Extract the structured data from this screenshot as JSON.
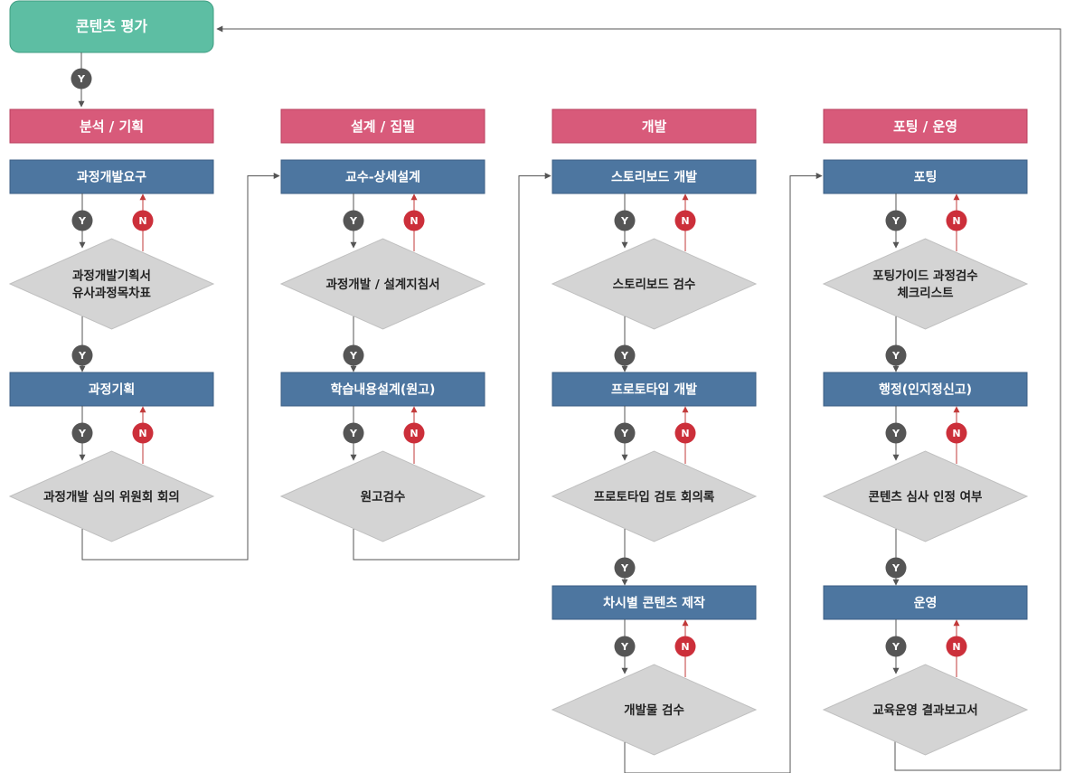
{
  "start": {
    "label": "콘텐츠 평가"
  },
  "badges": {
    "yes": "Y",
    "no": "N"
  },
  "colors": {
    "start": "#5dbea3",
    "phase": "#d85a7a",
    "step": "#4d76a0",
    "decision": "#d4d4d4",
    "yes_badge": "#555555",
    "no_badge": "#cc2f3a"
  },
  "columns": [
    {
      "phase": "분석 / 기획",
      "steps": [
        {
          "label": "과정개발요구",
          "review": [
            "과정개발기획서",
            "유사과정목차표"
          ]
        },
        {
          "label": "과정기획",
          "review": [
            "과정개발 심의 위원회 회의"
          ]
        }
      ]
    },
    {
      "phase": "설계 / 집필",
      "steps": [
        {
          "label": "교수-상세설계",
          "review": [
            "과정개발 / 설계지침서"
          ]
        },
        {
          "label": "학습내용설계(원고)",
          "review": [
            "원고검수"
          ]
        }
      ]
    },
    {
      "phase": "개발",
      "steps": [
        {
          "label": "스토리보드 개발",
          "review": [
            "스토리보드 검수"
          ]
        },
        {
          "label": "프로토타입 개발",
          "review": [
            "프로토타입 검토 회의록"
          ]
        },
        {
          "label": "차시별 콘텐츠 제작",
          "review": [
            "개발물 검수"
          ]
        }
      ]
    },
    {
      "phase": "포팅 / 운영",
      "steps": [
        {
          "label": "포팅",
          "review": [
            "포팅가이드 과정검수",
            "체크리스트"
          ]
        },
        {
          "label": "행정(인지정신고)",
          "review": [
            "콘텐츠 심사 인정 여부"
          ]
        },
        {
          "label": "운영",
          "review": [
            "교육운영 결과보고서"
          ]
        }
      ]
    }
  ]
}
